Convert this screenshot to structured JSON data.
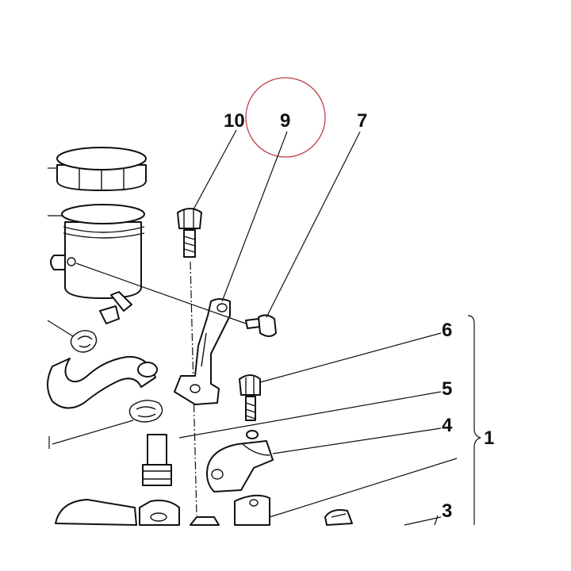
{
  "diagram": {
    "callouts": {
      "c10": "10",
      "c9": "9",
      "c7": "7",
      "c6": "6",
      "c5": "5",
      "c4": "4",
      "c3": "3",
      "c1": "1"
    },
    "highlight_color": "#c0404a",
    "line_color": "#111111"
  }
}
